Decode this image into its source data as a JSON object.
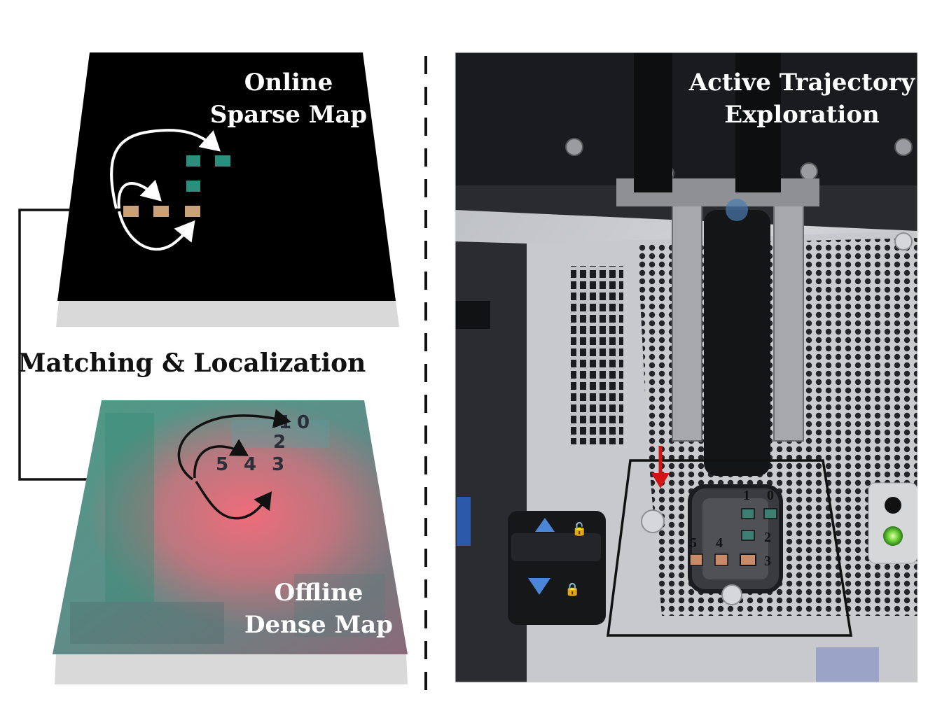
{
  "colors": {
    "sparse_bg": "#000000",
    "sparse_teal": "#2a8f7c",
    "sparse_tan": "#c9a27a",
    "arrow_white": "#ffffff",
    "arrow_black": "#111111",
    "red_arrow": "#d21414",
    "cell_teal": "#3d7f70",
    "cell_orange": "#c98a6a"
  },
  "left": {
    "sparse_map_title_1": "Online",
    "sparse_map_title_2": "Sparse Map",
    "matching_label": "Matching & Localization",
    "dense_map_title_1": "Offline",
    "dense_map_title_2": "Dense Map",
    "dense_indices": [
      "0",
      "1",
      "2",
      "3",
      "4",
      "5"
    ]
  },
  "right": {
    "title_1": "Active Trajectory",
    "title_2": "Exploration",
    "socket_indices": [
      "0",
      "1",
      "2",
      "3",
      "4",
      "5"
    ],
    "photo_icons": [
      "lock-open-icon",
      "lock-closed-icon",
      "up-arrow-icon",
      "down-arrow-icon"
    ]
  }
}
